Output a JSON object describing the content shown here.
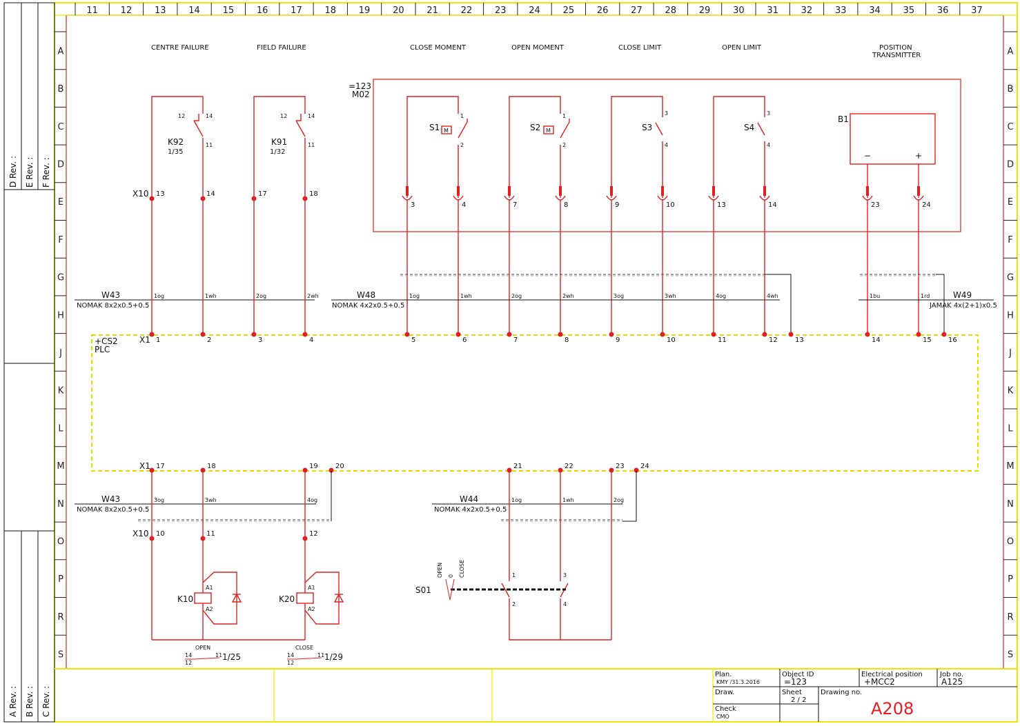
{
  "columns": [
    "11",
    "12",
    "13",
    "14",
    "15",
    "16",
    "17",
    "18",
    "19",
    "20",
    "21",
    "22",
    "23",
    "24",
    "25",
    "26",
    "27",
    "28",
    "29",
    "30",
    "31",
    "32",
    "33",
    "34",
    "35",
    "36",
    "37"
  ],
  "rows": [
    "A",
    "B",
    "C",
    "D",
    "E",
    "F",
    "G",
    "H",
    "J",
    "K",
    "L",
    "M",
    "N",
    "O",
    "P",
    "R",
    "S"
  ],
  "revisions_left_top": [
    "D Rev. :",
    "E Rev. :",
    "F Rev. :"
  ],
  "revisions_left_bottom": [
    "A Rev. :",
    "B Rev. :",
    "C Rev. :"
  ],
  "headers": {
    "centre_failure": "CENTRE FAILURE",
    "field_failure": "FIELD FAILURE",
    "close_moment": "CLOSE MOMENT",
    "open_moment": "OPEN MOMENT",
    "close_limit": "CLOSE LIMIT",
    "open_limit": "OPEN LIMIT",
    "position_line1": "POSITION",
    "position_line2": "TRANSMITTER"
  },
  "device_box": {
    "id": "=123",
    "name": "M02"
  },
  "relays_top": [
    {
      "name": "K92",
      "ref": "1/35",
      "c12": "12",
      "c14": "14",
      "c11": "11"
    },
    {
      "name": "K91",
      "ref": "1/32",
      "c12": "12",
      "c14": "14",
      "c11": "11"
    }
  ],
  "switches": [
    {
      "name": "S1",
      "t1": "1",
      "t2": "2",
      "m": "M"
    },
    {
      "name": "S2",
      "t1": "1",
      "t2": "2",
      "m": "M"
    },
    {
      "name": "S3",
      "t1": "3",
      "t2": "4"
    },
    {
      "name": "S4",
      "t1": "3",
      "t2": "4"
    }
  ],
  "transmitter": {
    "name": "B1",
    "minus": "−",
    "plus": "+"
  },
  "x10_top": {
    "label": "X10",
    "terms": [
      "13",
      "14",
      "17",
      "18"
    ]
  },
  "device_terms": [
    "3",
    "4",
    "7",
    "8",
    "9",
    "10",
    "13",
    "14",
    "23",
    "24"
  ],
  "cables_top": [
    {
      "name": "W43",
      "type": "NOMAK 8x2x0.5+0.5",
      "cores": [
        "1og",
        "1wh",
        "2og",
        "2wh"
      ]
    },
    {
      "name": "W48",
      "type": "NOMAK 4x2x0.5+0.5",
      "cores": [
        "1og",
        "1wh",
        "2og",
        "2wh",
        "3og",
        "3wh",
        "4og",
        "4wh"
      ]
    },
    {
      "name": "W49",
      "type": "JAMAK 4x(2+1)x0.5",
      "cores": [
        "1bu",
        "1rd"
      ]
    }
  ],
  "plc": {
    "location": "+CS2",
    "name": "PLC",
    "terminal_label": "X1"
  },
  "plc_terms_top": [
    "1",
    "2",
    "3",
    "4",
    "5",
    "6",
    "7",
    "8",
    "9",
    "10",
    "11",
    "12",
    "13",
    "14",
    "15",
    "16"
  ],
  "plc_terms_bottom": [
    "17",
    "18",
    "19",
    "20",
    "21",
    "22",
    "23",
    "24"
  ],
  "cables_bottom": [
    {
      "name": "W43",
      "type": "NOMAK 8x2x0.5+0.5",
      "cores": [
        "3og",
        "3wh",
        "4og"
      ]
    },
    {
      "name": "W44",
      "type": "NOMAK 4x2x0.5+0.5",
      "cores": [
        "1og",
        "1wh",
        "2og"
      ]
    }
  ],
  "x10_bottom": {
    "label": "X10",
    "terms": [
      "10",
      "11",
      "12"
    ]
  },
  "relays_bottom": [
    {
      "name": "K10",
      "a1": "A1",
      "a2": "A2",
      "caption": "OPEN",
      "c14": "14",
      "c11": "11",
      "c12": "12",
      "ref": "1/25"
    },
    {
      "name": "K20",
      "a1": "A1",
      "a2": "A2",
      "caption": "CLOSE",
      "c14": "14",
      "c11": "11",
      "c12": "12",
      "ref": "1/29"
    }
  ],
  "selector": {
    "name": "S01",
    "pos_open": "OPEN",
    "pos_zero": "0",
    "pos_close": "CLOSE",
    "t1": "1",
    "t2": "2",
    "t3": "3",
    "t4": "4"
  },
  "title_block": {
    "plan_label": "Plan.",
    "plan_value": "KMY  /31.3.2016",
    "object_label": "Object ID",
    "object_value": "=123",
    "elec_label": "Electrical position",
    "elec_value": "+MCC2",
    "job_label": "Job no.",
    "job_value": "A125",
    "draw_label": "Draw.",
    "sheet_label": "Sheet",
    "sheet_value": "2 / 2",
    "drawing_label": "Drawing no.",
    "drawing_value": "A208",
    "check_label": "Check",
    "check_value": "CMO"
  },
  "colors": {
    "wire": "#e02020",
    "frame": "#f2e600",
    "ink": "#111111"
  }
}
